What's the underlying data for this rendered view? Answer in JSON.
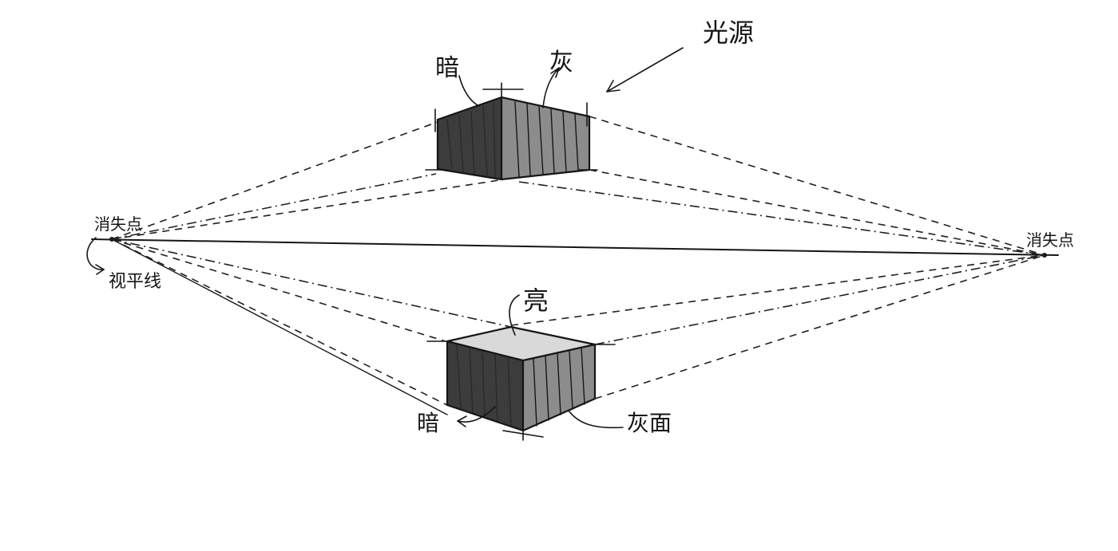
{
  "labels": {
    "vanishing_point_left": "消失点",
    "vanishing_point_right": "消失点",
    "horizon_line": "视平线",
    "light_source": "光源",
    "top_box_dark": "暗",
    "top_box_gray": "灰",
    "bottom_box_light": "亮",
    "bottom_box_dark": "暗",
    "bottom_box_gray_face": "灰面"
  },
  "colors": {
    "ink": "#161616",
    "dark_face": "#3c3c3c",
    "gray_face": "#8c8c8c",
    "light_face": "#d9d9d9",
    "paper": "#ffffff"
  }
}
